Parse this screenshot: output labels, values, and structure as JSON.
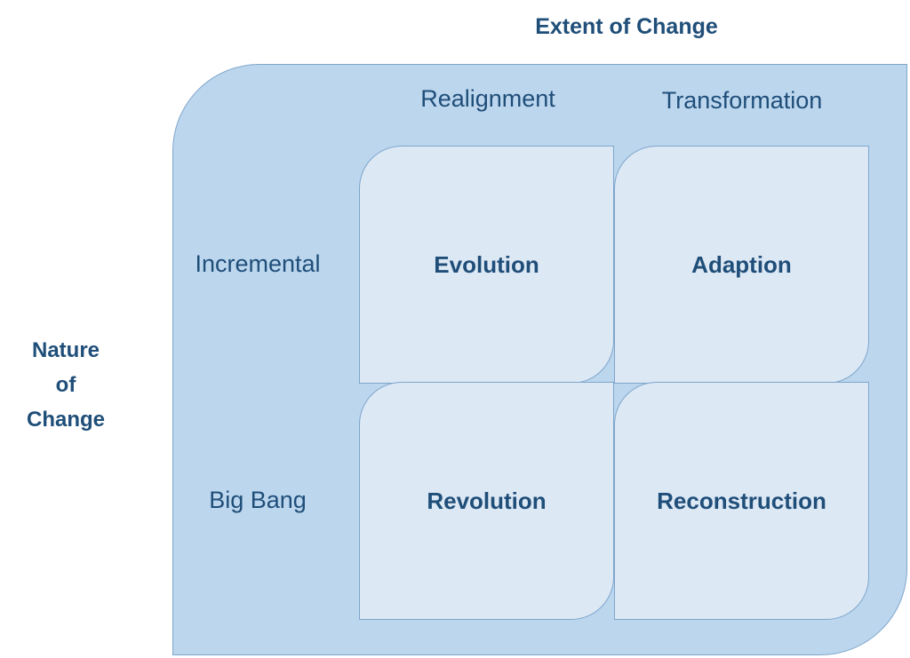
{
  "extent_title": "Extent of Change",
  "nature_title": [
    "Nature",
    "of",
    "Change"
  ],
  "columns": [
    "Realignment",
    "Transformation"
  ],
  "rows": [
    "Incremental",
    "Big Bang"
  ],
  "cells": [
    "Evolution",
    "Adaption",
    "Revolution",
    "Reconstruction"
  ],
  "colors": {
    "text": "#1f4e79",
    "outer_fill": "#bcd6ee",
    "cell_fill": "#dde8f5",
    "border": "#7ea6cc"
  }
}
